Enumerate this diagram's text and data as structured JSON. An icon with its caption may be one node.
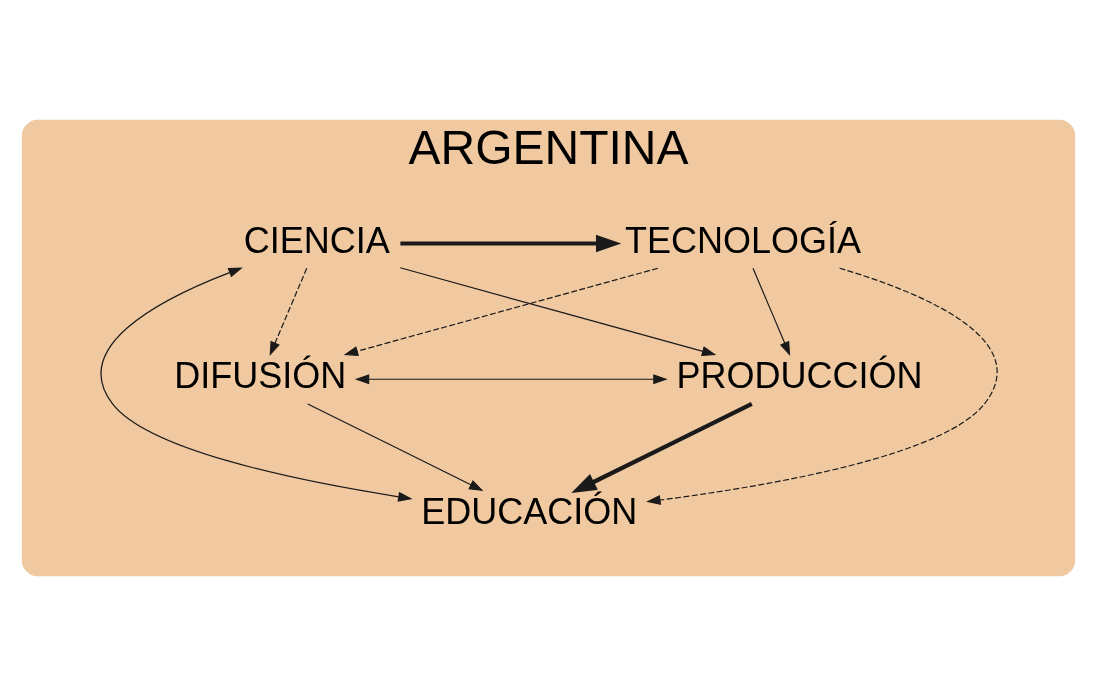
{
  "diagram": {
    "nodes": [
      {
        "text": [
          "ARGENTINA"
        ]
      },
      {
        "text": [
          "CIENCIA"
        ],
        "in": 0
      },
      {
        "text": [
          "TECNOLOGÍA"
        ],
        "in": 0
      },
      {
        "text": [
          "DIFUSIÓN"
        ],
        "in": 0
      },
      {
        "text": [
          "PRODUCCIÓN"
        ],
        "in": 0
      },
      {
        "text": [
          "EDUCACIÓN"
        ],
        "in": 0
      }
    ],
    "edges": [
      {
        "from": 1,
        "to": 2,
        "arrow": "to",
        "style": "thick"
      },
      {
        "from": 1,
        "to": 3,
        "arrow": "to",
        "style": "dashed"
      },
      {
        "from": 2,
        "to": 3,
        "arrow": "to",
        "style": "dashed"
      },
      {
        "from": 1,
        "to": 4,
        "arrow": "to"
      },
      {
        "from": 2,
        "to": 5,
        "arrow": "to",
        "style": "dashed"
      },
      {
        "from": 2,
        "to": 4,
        "arrow": "to"
      },
      {
        "from": 1,
        "to": 5,
        "arrow": "both"
      },
      {
        "from": 3,
        "to": 4,
        "arrow": "both"
      },
      {
        "from": 3,
        "to": 5,
        "arrow": "to"
      },
      {
        "from": 4,
        "to": 5,
        "arrow": "to",
        "style": "thick"
      }
    ]
  }
}
